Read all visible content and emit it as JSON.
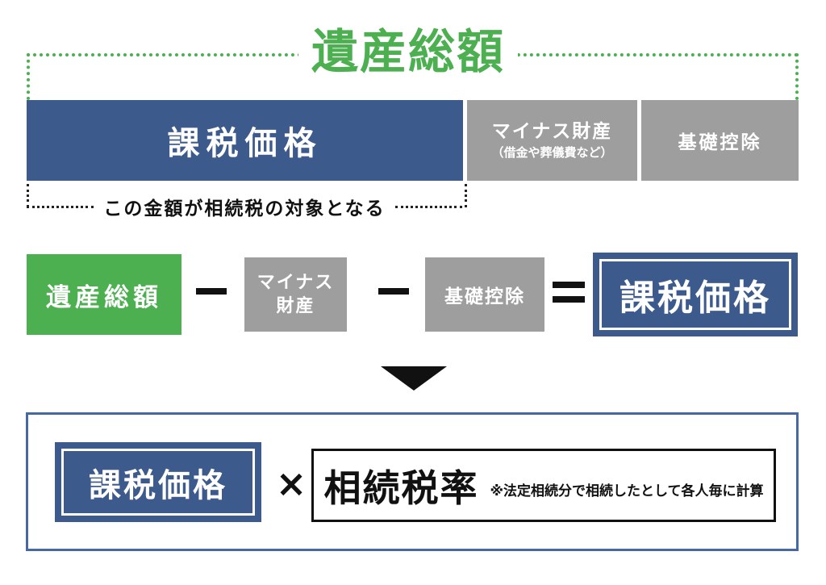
{
  "colors": {
    "green": "#4caf50",
    "blue": "#3d5a8c",
    "panel_border_blue": "#4668a3",
    "gray": "#9e9e9e",
    "black": "#111111",
    "white": "#ffffff"
  },
  "header": {
    "title": "遺産総額"
  },
  "estate_bar": {
    "taxable_price": "課税価格",
    "minus_assets": "マイナス財産",
    "minus_assets_note": "（借金や葬儀費など）",
    "basic_deduction": "基礎控除"
  },
  "bracket": {
    "note": "この金額が相続税の対象となる"
  },
  "formula": {
    "estate_total": "遺産総額",
    "minus1": "−",
    "minus_assets_line1": "マイナス",
    "minus_assets_line2": "財産",
    "minus2": "−",
    "basic_deduction": "基礎控除",
    "equals": "=",
    "result": "課税価格"
  },
  "calc": {
    "taxable_price": "課税価格",
    "multiply": "×",
    "tax_rate": "相続税率",
    "note": "※法定相続分で相続したとして各人毎に計算"
  }
}
